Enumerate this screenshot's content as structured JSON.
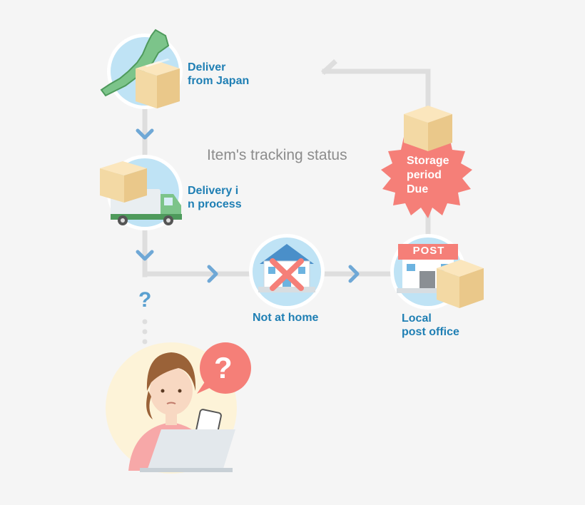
{
  "diagram": {
    "title": "Item's tracking status",
    "steps": {
      "deliver": [
        "Deliver",
        "from Japan"
      ],
      "delivery_process": [
        "Delivery i",
        "n process"
      ],
      "not_home": "Not at home",
      "post_office": [
        "Local",
        "post office"
      ]
    },
    "badge": [
      "Storage",
      "period",
      "Due"
    ],
    "post_sign": "POST",
    "unknown_mark": "?",
    "bubble_mark": "?"
  },
  "colors": {
    "label_blue": "#1f7fb4",
    "arrow_blue": "#6fa8d6",
    "line_gray": "#dedede",
    "badge_red": "#f57f78",
    "box_tan": "#f3d9a4",
    "sky_blue": "#bfe3f5"
  }
}
